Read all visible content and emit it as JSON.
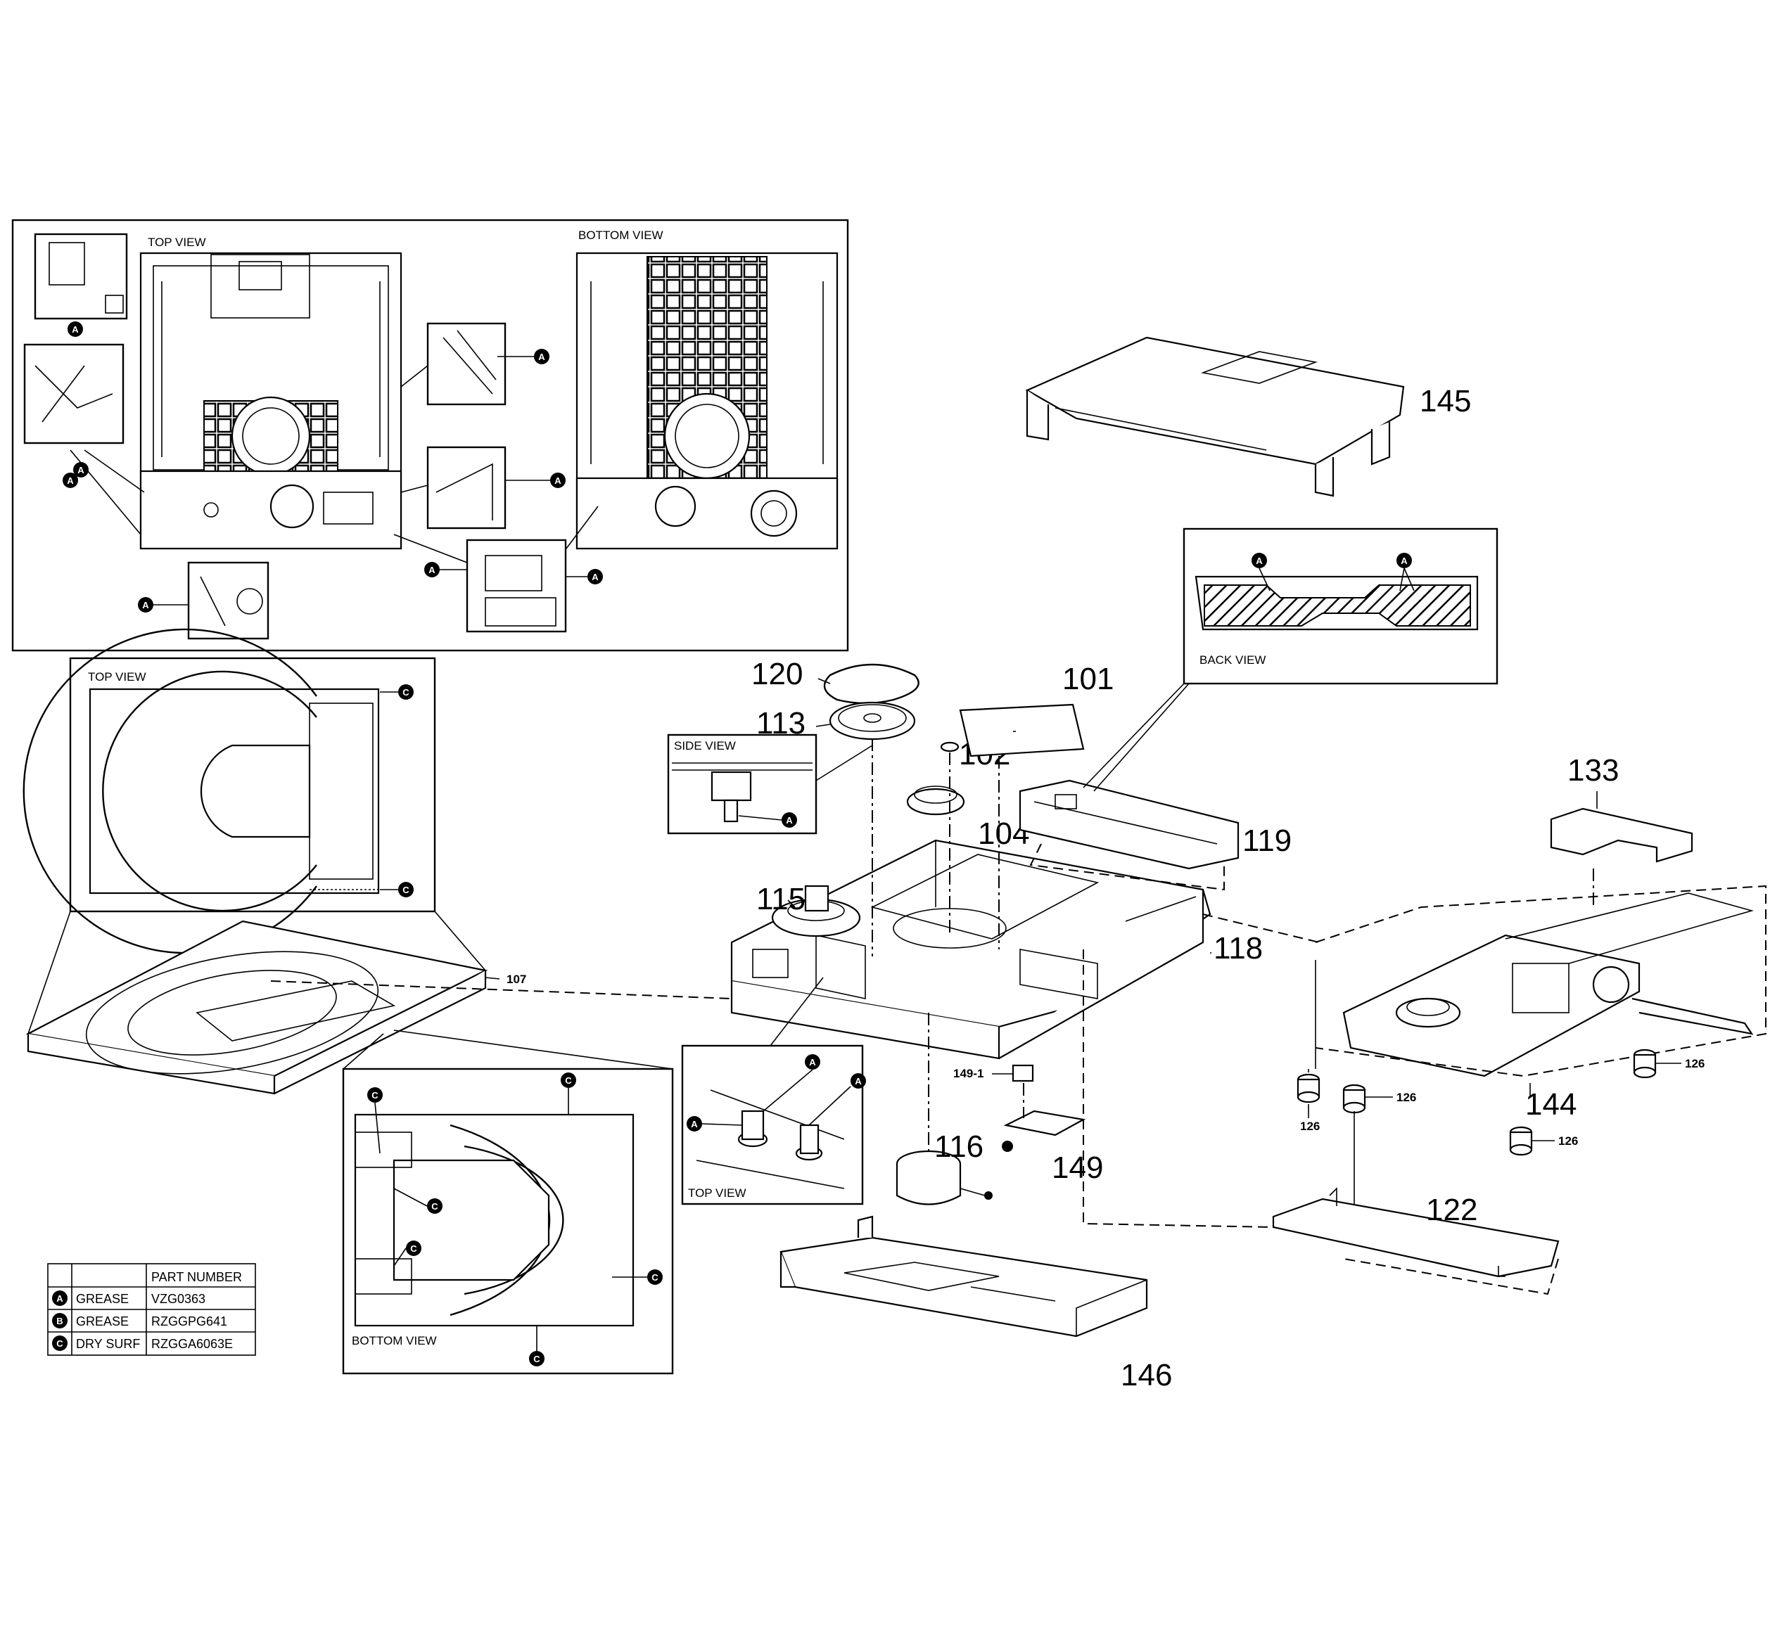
{
  "views": {
    "top_view": "TOP VIEW",
    "bottom_view": "BOTTOM VIEW",
    "back_view": "BACK VIEW",
    "side_view": "SIDE VIEW"
  },
  "markers": {
    "a": "A",
    "b": "B",
    "c": "C"
  },
  "parts": {
    "p101": "101",
    "p102": "102",
    "p104": "104",
    "p107": "107",
    "p113": "113",
    "p115": "115",
    "p116": "116",
    "p118": "118",
    "p119": "119",
    "p120": "120",
    "p122": "122",
    "p126": "126",
    "p133": "133",
    "p144": "144",
    "p145": "145",
    "p146": "146",
    "p149": "149",
    "p149_1": "149-1"
  },
  "legend": {
    "header": "PART NUMBER",
    "rows": [
      {
        "mark": "A",
        "name": "GREASE",
        "part_number": "VZG0363"
      },
      {
        "mark": "B",
        "name": "GREASE",
        "part_number": "RZGGPG641"
      },
      {
        "mark": "C",
        "name": "DRY SURF",
        "part_number": "RZGGA6063E"
      }
    ]
  }
}
